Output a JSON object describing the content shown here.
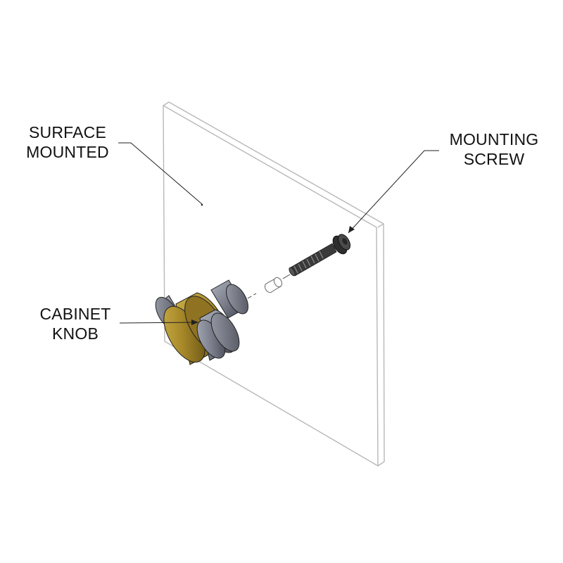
{
  "labels": {
    "surface_mounted": {
      "line1": "SURFACE",
      "line2": "MOUNTED"
    },
    "mounting_screw": {
      "line1": "MOUNTING",
      "line2": "SCREW"
    },
    "cabinet_knob": {
      "line1": "CABINET",
      "line2": "KNOB"
    }
  },
  "icons": {
    "panel": "panel-icon",
    "screw": "screw-icon",
    "knob": "cabinet-knob-icon",
    "insert": "insert-icon"
  },
  "colors": {
    "text": "#111111",
    "panel_edge": "#b8b8b8",
    "knob_brass": "#a8892a",
    "knob_steel": "#7b7f8c",
    "screw": "#333333"
  }
}
